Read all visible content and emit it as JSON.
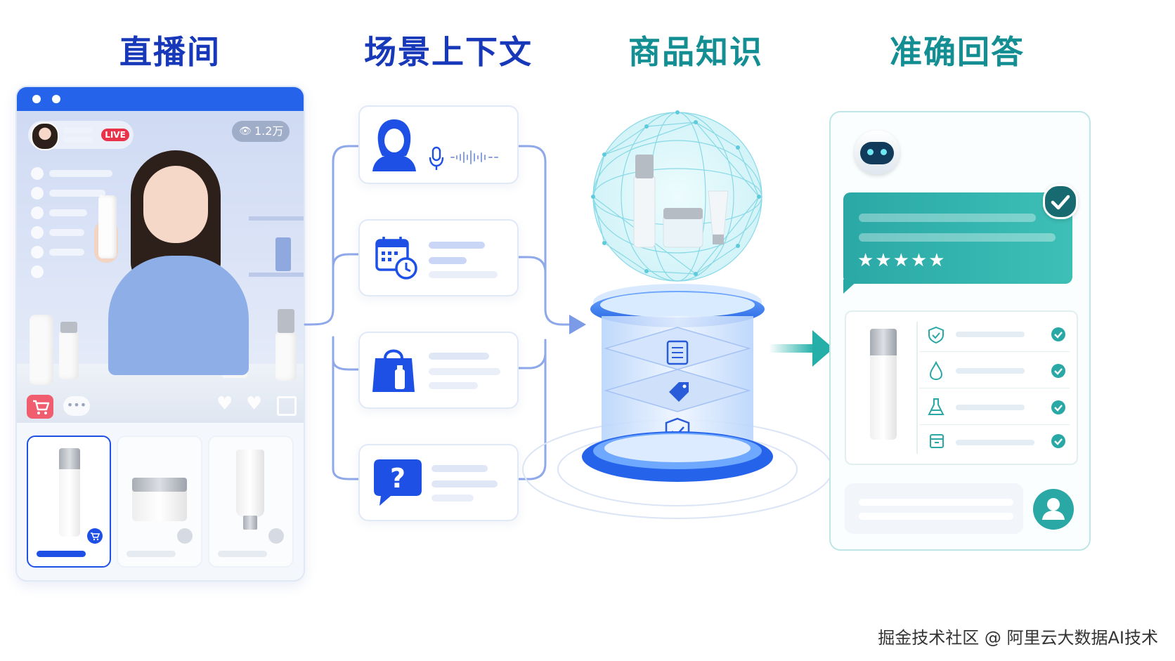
{
  "titles": {
    "live_room": "直播间",
    "scene_context": "场景上下文",
    "product_knowledge": "商品知识",
    "accurate_answer": "准确回答"
  },
  "live": {
    "badge": "LIVE",
    "viewers": "1.2万"
  },
  "answer": {
    "rating_stars": "★★★★★"
  },
  "watermark": "掘金技术社区 @ 阿里云大数据AI技术",
  "colors": {
    "title_blue": "#1738b8",
    "title_teal": "#138e93",
    "primary_blue": "#1e50e6",
    "teal": "#2bb3ad",
    "live_red": "#e8334a"
  }
}
